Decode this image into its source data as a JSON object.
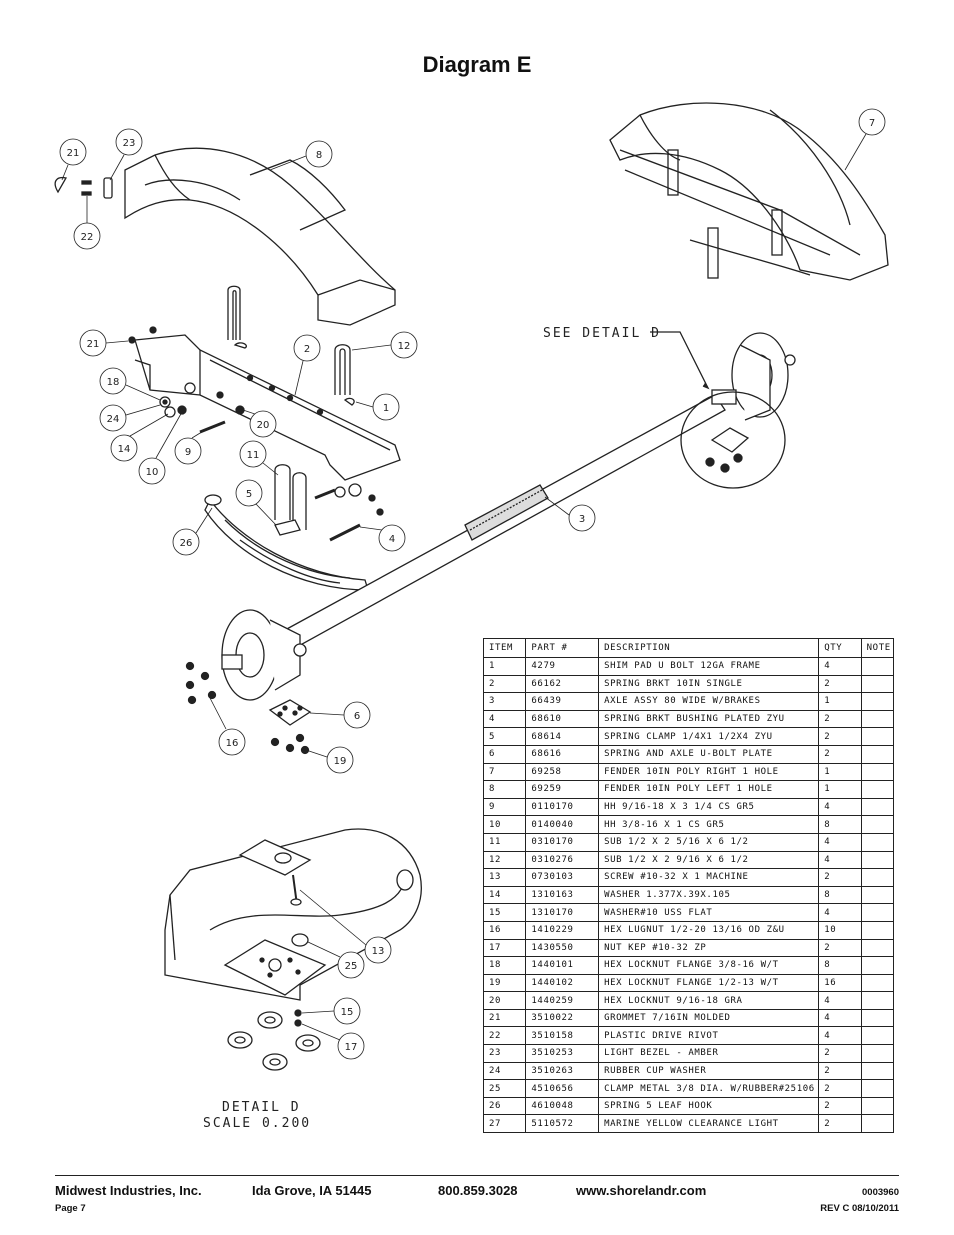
{
  "title": "Diagram E",
  "callouts": {
    "c21a": "21",
    "c23": "23",
    "c22": "22",
    "c8": "8",
    "c7": "7",
    "c21b": "21",
    "c2": "2",
    "c12": "12",
    "c1": "1",
    "c18": "18",
    "c24": "24",
    "c20": "20",
    "c14": "14",
    "c10": "10",
    "c9": "9",
    "c11": "11",
    "c5": "5",
    "c26": "26",
    "c4": "4",
    "c3": "3",
    "c6": "6",
    "c16": "16",
    "c19": "19",
    "c13": "13",
    "c25": "25",
    "c15": "15",
    "c17": "17"
  },
  "labels": {
    "see_detail": "SEE DETAIL D",
    "detail": "DETAIL D",
    "scale": "SCALE 0.200"
  },
  "table": {
    "headers": [
      "ITEM",
      "PART #",
      "DESCRIPTION",
      "QTY",
      "NOTE"
    ],
    "rows": [
      [
        "1",
        "4279",
        "SHIM PAD  U BOLT 12GA FRAME",
        "4",
        ""
      ],
      [
        "2",
        "66162",
        "SPRING BRKT 10IN SINGLE",
        "2",
        ""
      ],
      [
        "3",
        "66439",
        "AXLE ASSY 80 WIDE W/BRAKES",
        "1",
        ""
      ],
      [
        "4",
        "68610",
        "SPRING BRKT BUSHING PLATED ZYU",
        "2",
        ""
      ],
      [
        "5",
        "68614",
        "SPRING CLAMP  1/4X1 1/2X4 ZYU",
        "2",
        ""
      ],
      [
        "6",
        "68616",
        "SPRING AND AXLE U-BOLT PLATE",
        "2",
        ""
      ],
      [
        "7",
        "69258",
        "FENDER 10IN POLY RIGHT 1 HOLE",
        "1",
        ""
      ],
      [
        "8",
        "69259",
        "FENDER 10IN POLY LEFT 1 HOLE",
        "1",
        ""
      ],
      [
        "9",
        "0110170",
        "HH 9/16-18 X 3 1/4 CS GR5",
        "4",
        ""
      ],
      [
        "10",
        "0140040",
        "HH 3/8-16 X 1 CS GR5",
        "8",
        ""
      ],
      [
        "11",
        "0310170",
        "SUB 1/2 X 2 5/16 X 6 1/2",
        "4",
        ""
      ],
      [
        "12",
        "0310276",
        "SUB 1/2 X 2 9/16 X 6 1/2",
        "4",
        ""
      ],
      [
        "13",
        "0730103",
        "SCREW #10-32 X 1 MACHINE",
        "2",
        ""
      ],
      [
        "14",
        "1310163",
        "WASHER 1.377X.39X.105",
        "8",
        ""
      ],
      [
        "15",
        "1310170",
        "WASHER#10 USS FLAT",
        "4",
        ""
      ],
      [
        "16",
        "1410229",
        "HEX LUGNUT 1/2-20 13/16 OD Z&U",
        "10",
        ""
      ],
      [
        "17",
        "1430550",
        "NUT KEP #10-32 ZP",
        "2",
        ""
      ],
      [
        "18",
        "1440101",
        "HEX LOCKNUT FLANGE 3/8-16 W/T",
        "8",
        ""
      ],
      [
        "19",
        "1440102",
        "HEX LOCKNUT FLANGE 1/2-13 W/T",
        "16",
        ""
      ],
      [
        "20",
        "1440259",
        "HEX LOCKNUT 9/16-18 GRA",
        "4",
        ""
      ],
      [
        "21",
        "3510022",
        "GROMMET  7/16IN MOLDED",
        "4",
        ""
      ],
      [
        "22",
        "3510158",
        "PLASTIC DRIVE RIVOT",
        "4",
        ""
      ],
      [
        "23",
        "3510253",
        "LIGHT BEZEL - AMBER",
        "2",
        ""
      ],
      [
        "24",
        "3510263",
        "RUBBER CUP WASHER",
        "2",
        ""
      ],
      [
        "25",
        "4510656",
        "CLAMP METAL 3/8 DIA. W/RUBBER#25106",
        "2",
        ""
      ],
      [
        "26",
        "4610048",
        "SPRING  5 LEAF HOOK",
        "2",
        ""
      ],
      [
        "27",
        "5110572",
        "MARINE YELLOW CLEARANCE LIGHT",
        "2",
        ""
      ]
    ]
  },
  "footer": {
    "company": "Midwest Industries, Inc.",
    "city": "Ida Grove, IA  51445",
    "phone": "800.859.3028",
    "web": "www.shorelandr.com",
    "doc_no": "0003960",
    "page": "Page 7",
    "rev": "REV C  08/10/2011"
  }
}
